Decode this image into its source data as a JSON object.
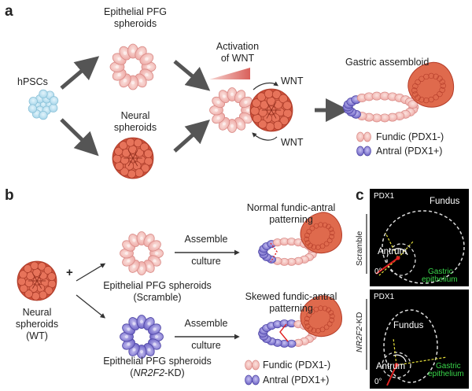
{
  "panels": {
    "a": "a",
    "b": "b",
    "c": "c"
  },
  "panel_a": {
    "hpscs": "hPSCs",
    "epithelial_pfg_line1": "Epithelial PFG",
    "epithelial_pfg_line2": "spheroids",
    "neural_line1": "Neural",
    "neural_line2": "spheroids",
    "activation_line1": "Activation",
    "activation_line2": "of WNT",
    "wnt_top": "WNT",
    "wnt_bottom": "WNT",
    "assembloid_title": "Gastric assembloid",
    "legend_fundic": "Fundic (PDX1-)",
    "legend_antral": "Antral (PDX1+)"
  },
  "panel_b": {
    "neural_line1": "Neural",
    "neural_line2": "spheroids",
    "neural_line3": "(WT)",
    "plus": "+",
    "scramble_line1": "Epithelial PFG spheroids",
    "scramble_line2": "(Scramble)",
    "kd_line1": "Epithelial PFG spheroids",
    "kd_line2_italic": "NR2F2",
    "kd_line2_rest": "-KD)",
    "kd_line2_open": "(",
    "assemble_top_1": "Assemble",
    "assemble_top_2": "culture",
    "assemble_bot_1": "Assemble",
    "assemble_bot_2": "culture",
    "normal_line1": "Normal fundic-antral",
    "normal_line2": "patterning",
    "skewed_line1": "Skewed fundic-antral",
    "skewed_line2": "patterning",
    "legend_fundic": "Fundic (PDX1-)",
    "legend_antral": "Antral (PDX1+)"
  },
  "panel_c": {
    "top": {
      "marker": "PDX1",
      "fundus": "Fundus",
      "antrum": "Antrum",
      "degree": "0°",
      "gastric1": "Gastric",
      "gastric2": "epithelium",
      "side_label": "Scramble"
    },
    "bottom": {
      "marker": "PDX1",
      "fundus": "Fundus",
      "antrum": "Antrum",
      "degree": "0°",
      "gastric1": "Gastric",
      "gastric2": "epithelium",
      "side_label_italic": "NR2F2",
      "side_label_rest": "-KD"
    }
  },
  "colors": {
    "pink_cell": "#f4c2c0",
    "neural": "#d9604a",
    "antral": "#8b82d6",
    "hpsc": "#bfe3f2",
    "arrow": "#555555",
    "gastric_green": "#39d64a"
  }
}
